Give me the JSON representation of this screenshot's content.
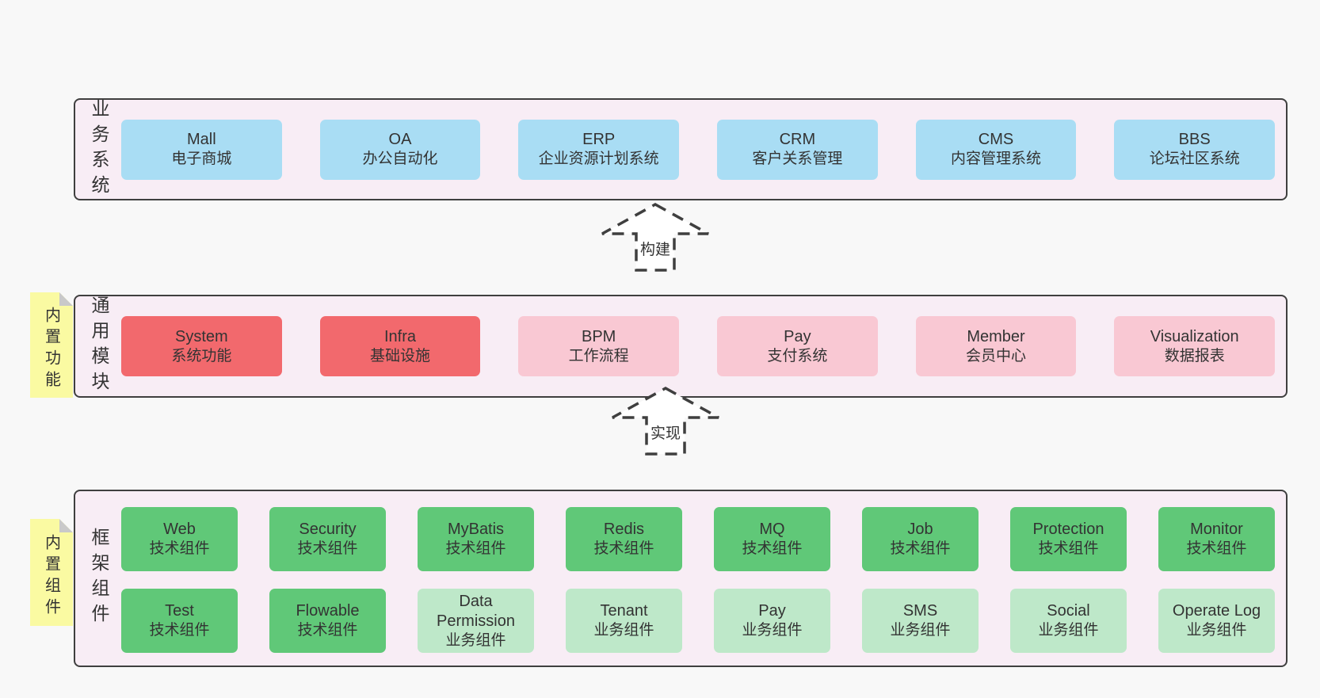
{
  "panels": {
    "business": {
      "label": "业务系统",
      "boxes": [
        {
          "name": "Mall",
          "desc": "电子商城"
        },
        {
          "name": "OA",
          "desc": "办公自动化"
        },
        {
          "name": "ERP",
          "desc": "企业资源计划系统"
        },
        {
          "name": "CRM",
          "desc": "客户关系管理"
        },
        {
          "name": "CMS",
          "desc": "内容管理系统"
        },
        {
          "name": "BBS",
          "desc": "论坛社区系统"
        }
      ]
    },
    "modules": {
      "label": "通用模块",
      "note": "内置功能",
      "boxes": [
        {
          "name": "System",
          "desc": "系统功能"
        },
        {
          "name": "Infra",
          "desc": "基础设施"
        },
        {
          "name": "BPM",
          "desc": "工作流程"
        },
        {
          "name": "Pay",
          "desc": "支付系统"
        },
        {
          "name": "Member",
          "desc": "会员中心"
        },
        {
          "name": "Visualization",
          "desc": "数据报表"
        }
      ]
    },
    "framework": {
      "label": "框架组件",
      "note": "内置组件",
      "row1": [
        {
          "name": "Web",
          "desc": "技术组件"
        },
        {
          "name": "Security",
          "desc": "技术组件"
        },
        {
          "name": "MyBatis",
          "desc": "技术组件"
        },
        {
          "name": "Redis",
          "desc": "技术组件"
        },
        {
          "name": "MQ",
          "desc": "技术组件"
        },
        {
          "name": "Job",
          "desc": "技术组件"
        },
        {
          "name": "Protection",
          "desc": "技术组件"
        },
        {
          "name": "Monitor",
          "desc": "技术组件"
        }
      ],
      "row2": [
        {
          "name": "Test",
          "desc": "技术组件"
        },
        {
          "name": "Flowable",
          "desc": "技术组件"
        },
        {
          "name": "Data Permission",
          "desc": "业务组件"
        },
        {
          "name": "Tenant",
          "desc": "业务组件"
        },
        {
          "name": "Pay",
          "desc": "业务组件"
        },
        {
          "name": "SMS",
          "desc": "业务组件"
        },
        {
          "name": "Social",
          "desc": "业务组件"
        },
        {
          "name": "Operate Log",
          "desc": "业务组件"
        }
      ]
    }
  },
  "arrows": [
    {
      "label": "构建"
    },
    {
      "label": "实现"
    }
  ],
  "colors": {
    "page_bg": "#f8f8f8",
    "panel_bg": "#f8edf5",
    "panel_border": "#3f3f3f",
    "blue_box": "#a9ddf4",
    "red_box": "#f2696d",
    "pink_box": "#f9c8d3",
    "green_box": "#60c878",
    "light_green_box": "#bee8c9",
    "sticky_yellow": "#fafaa2",
    "text": "#333333"
  }
}
